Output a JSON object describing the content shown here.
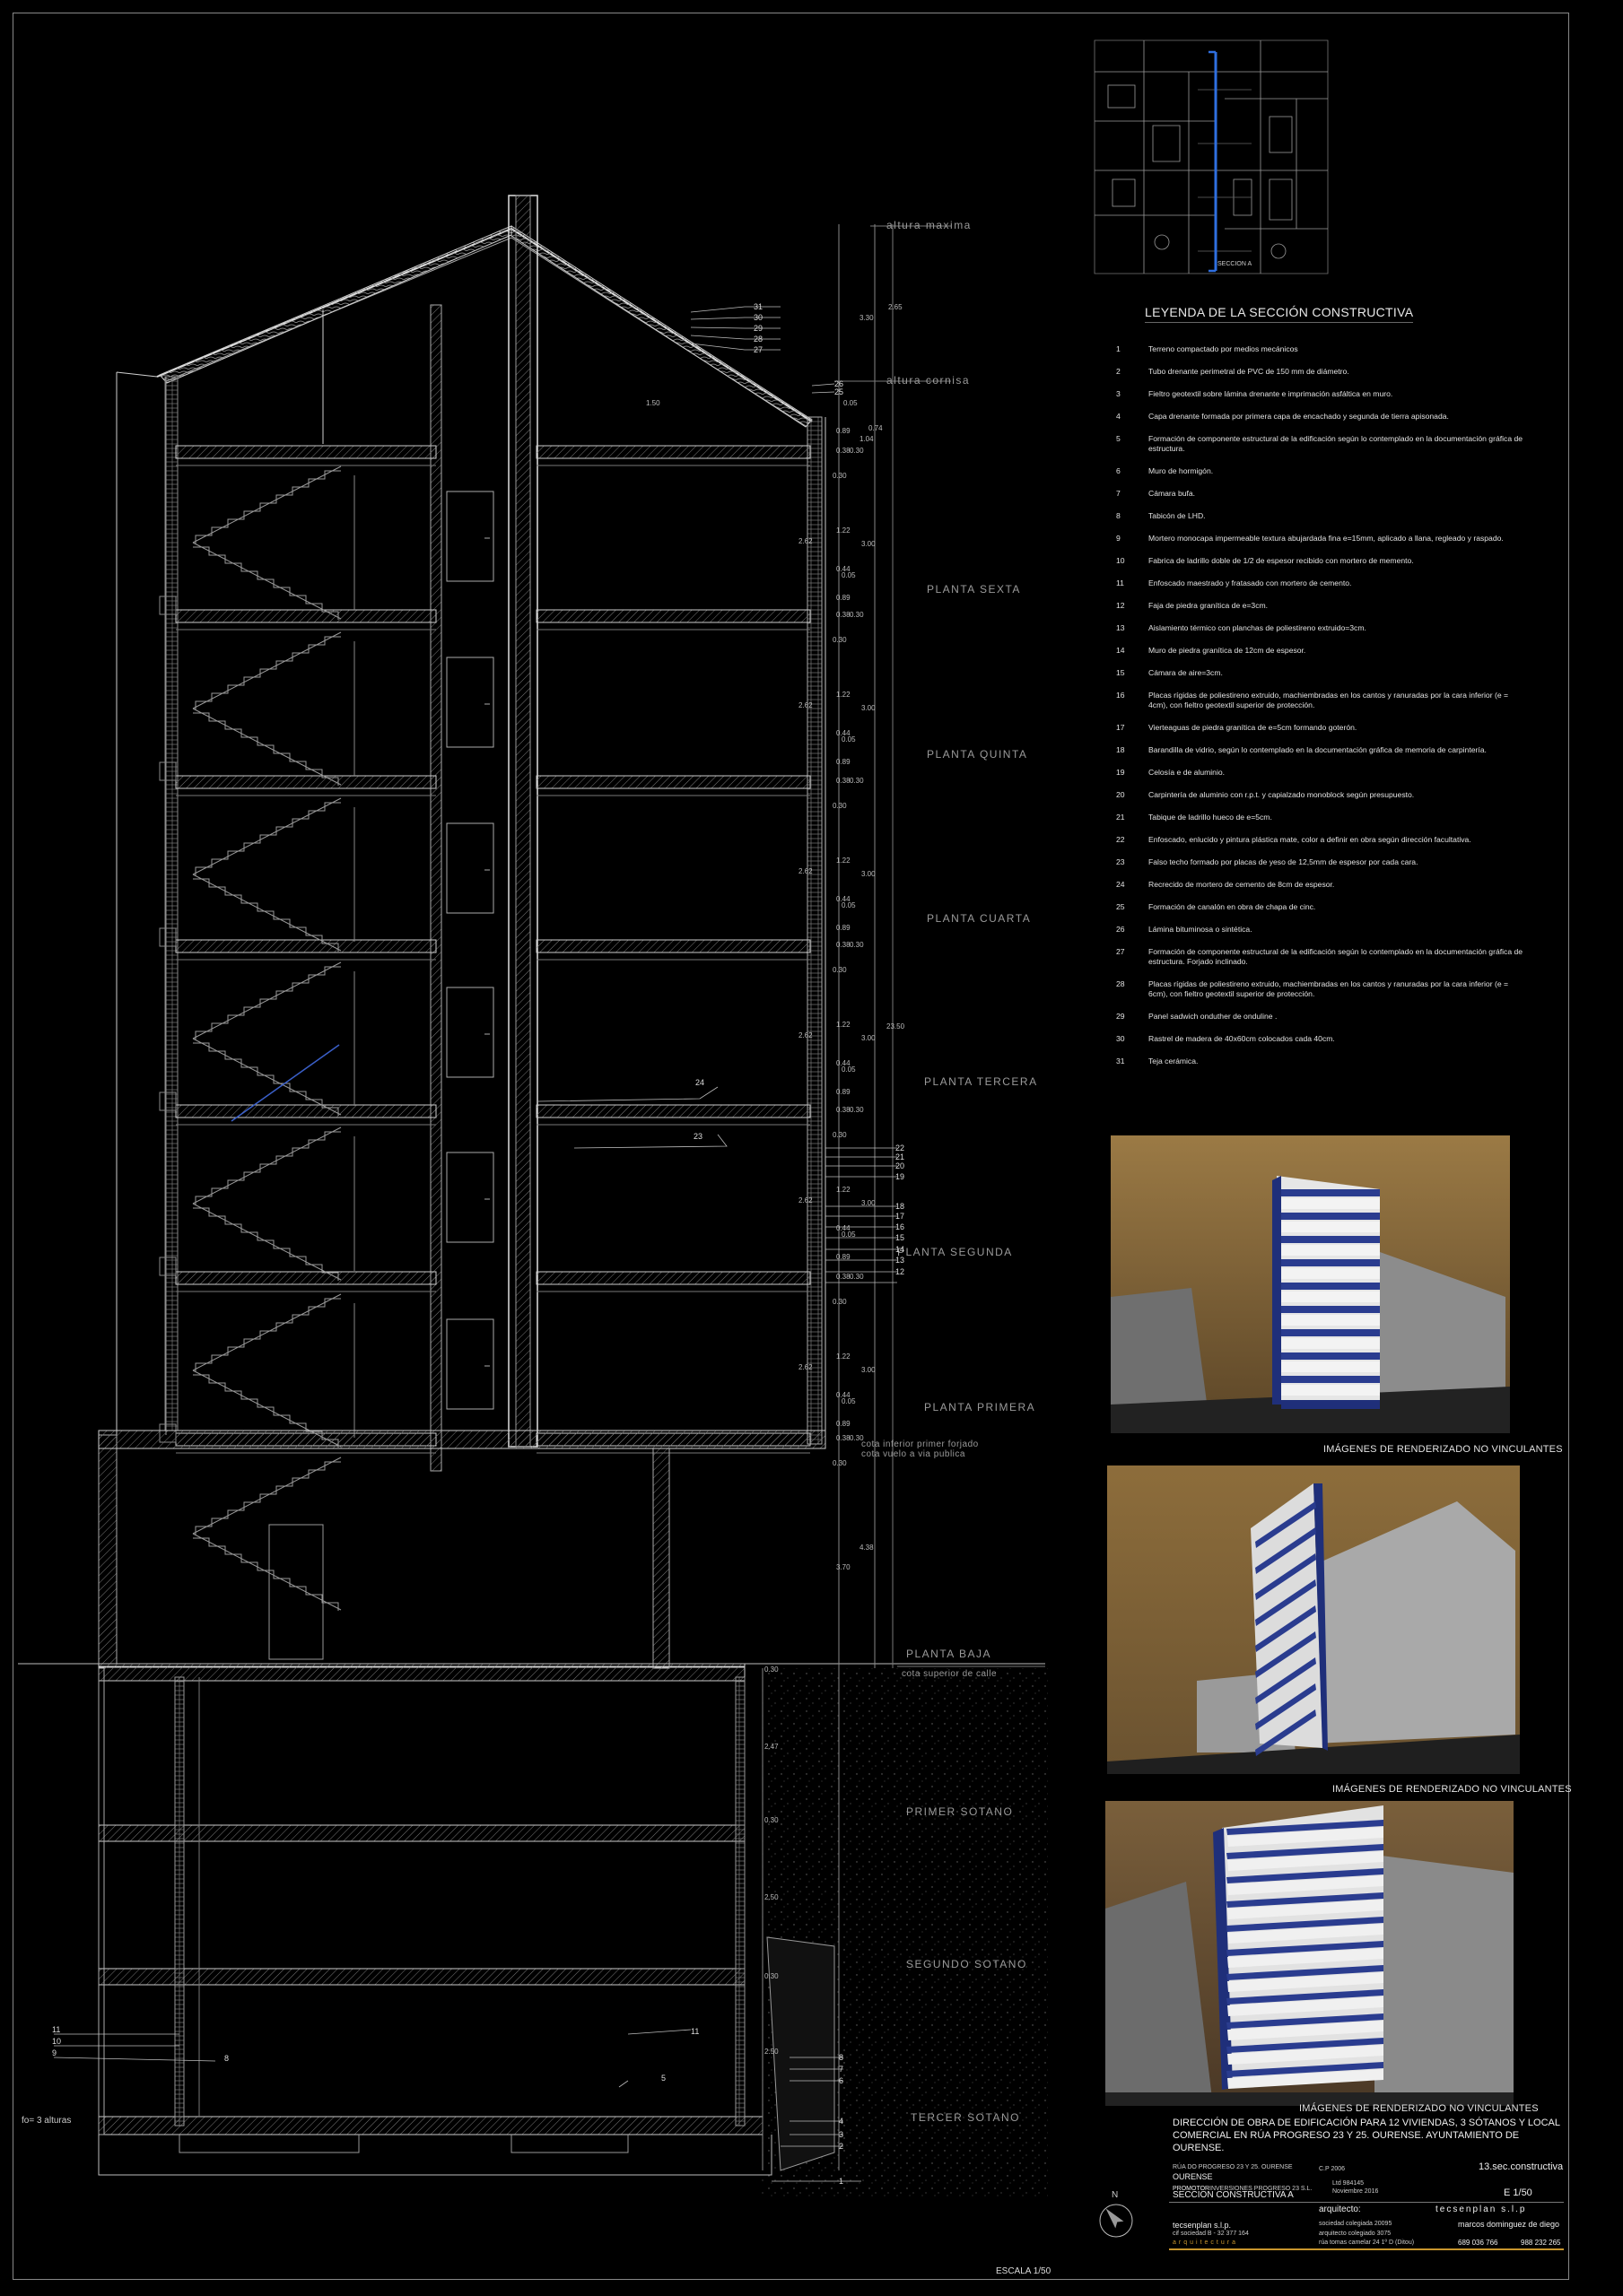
{
  "drawing": {
    "levels": {
      "altura_maxima": "altura maxima",
      "altura_cornisa": "altura cornisa",
      "sexta": "PLANTA SEXTA",
      "quinta": "PLANTA QUINTA",
      "cuarta": "PLANTA CUARTA",
      "tercera": "PLANTA  TERCERA",
      "segunda": "PLANTA  SEGUNDA",
      "primera": "PLANTA  PRIMERA",
      "cota_forjado": "cota inferior primer forjado",
      "cota_vuelo": "cota vuelo a via publica",
      "baja": "PLANTA BAJA",
      "cota_calle": "cota superior de calle",
      "primer_sotano": "PRIMER SOTANO",
      "segundo_sotano": "SEGUNDO SOTANO",
      "tercer_sotano": "TERCER SOTANO"
    },
    "dims": {
      "roof_a": "3.30",
      "roof_b": "2.65",
      "roof_c": "1.50",
      "eave_a": "0.05",
      "eave_b": "0.74",
      "eave_c": "0.89",
      "eave_d": "1.04",
      "slab": "0.30",
      "slab_b": "0.38",
      "floor_clear": "2.62",
      "floor_h": "3.00",
      "floor_a": "1.22",
      "floor_b": "0.44",
      "floor_c": "0.05",
      "floor_d": "0.89",
      "total": "23.50",
      "ground": "4.38",
      "ground_b": "3.70",
      "sot1": "2.47",
      "sot2": "2.50",
      "sot3": "2.50"
    },
    "tags": {
      "t31": "31",
      "t30": "30",
      "t29": "29",
      "t28": "28",
      "t27": "27",
      "t26": "26",
      "t25": "25",
      "t24": "24",
      "t23": "23",
      "t22": "22",
      "t21": "21",
      "t20": "20",
      "t19": "19",
      "t18": "18",
      "t17": "17",
      "t16": "16",
      "t15": "15",
      "t14": "14",
      "t13": "13",
      "t12": "12",
      "t11": "11",
      "t10": "10",
      "t9": "9",
      "t8": "8",
      "t7": "7",
      "t6": "6",
      "t5": "5",
      "t4": "4",
      "t3": "3",
      "t2": "2",
      "t1": "1"
    },
    "plan_label": "SECCION A",
    "alturas_note": "fo= 3 alturas",
    "scale": "ESCALA 1/50"
  },
  "legend": {
    "title": "LEYENDA DE LA SECCIÓN CONSTRUCTIVA",
    "items": [
      {
        "n": "1",
        "text": "Terreno compactado por medios mecánicos"
      },
      {
        "n": "2",
        "text": "Tubo drenante perimetral de PVC de 150 mm de diámetro."
      },
      {
        "n": "3",
        "text": "Fieltro geotextil sobre lámina drenante e imprimación asfáltica en muro."
      },
      {
        "n": "4",
        "text": "Capa drenante formada por primera capa de encachado y segunda de tierra apisonada."
      },
      {
        "n": "5",
        "text": "Formación de componente estructural de la edificación según lo contemplado en la documentación gráfica de estructura."
      },
      {
        "n": "6",
        "text": "Muro de hormigón."
      },
      {
        "n": "7",
        "text": "Cámara bufa."
      },
      {
        "n": "8",
        "text": "Tabicón de LHD."
      },
      {
        "n": "9",
        "text": "Mortero monocapa impermeable textura abujardada fina e=15mm, aplicado a llana, regleado y raspado."
      },
      {
        "n": "10",
        "text": "Fabrica de ladrillo doble de 1/2  de espesor recibido con mortero de memento."
      },
      {
        "n": "11",
        "text": "Enfoscado maestrado y fratasado con  mortero de cemento."
      },
      {
        "n": "12",
        "text": "Faja de piedra granítica de e=3cm."
      },
      {
        "n": "13",
        "text": "Aislamiento térmico con planchas de poliestireno extruido=3cm."
      },
      {
        "n": "14",
        "text": "Muro de piedra granítica de 12cm de espesor."
      },
      {
        "n": "15",
        "text": "Cámara de aire=3cm."
      },
      {
        "n": "16",
        "text": "Placas rígidas de poliestireno extruido, machiembradas en los cantos y ranuradas por la cara inferior (e =   4cm), con fieltro geotextil superior de protección."
      },
      {
        "n": "17",
        "text": "Vierteaguas de piedra granítica de e=5cm formando goterón."
      },
      {
        "n": "18",
        "text": "Barandilla de vidrio, según lo contemplado en la documentación gráfica de memoria de carpintería."
      },
      {
        "n": "19",
        "text": "Celosía e de aluminio."
      },
      {
        "n": "20",
        "text": "Carpintería de aluminio con r.p.t. y capialzado monoblock según presupuesto."
      },
      {
        "n": "21",
        "text": "Tabique de ladrillo hueco de e=5cm."
      },
      {
        "n": "22",
        "text": "Enfoscado, enlucido y pintura plástica mate, color a definir en obra según dirección facultativa."
      },
      {
        "n": "23",
        "text": "Falso  techo formado por placas de yeso de 12,5mm de espesor por cada cara."
      },
      {
        "n": "24",
        "text": "Recrecido de mortero de cemento de 8cm de espesor."
      },
      {
        "n": "25",
        "text": "Formación de canalón en obra de chapa de cinc."
      },
      {
        "n": "26",
        "text": "Lámina bituminosa o sintética."
      },
      {
        "n": "27",
        "text": "Formación de componente estructural de la edificación según lo contemplado en la documentación gráfica de estructura. Forjado inclinado."
      },
      {
        "n": "28",
        "text": "Placas rígidas de poliestireno extruido, machiembradas en los cantos y ranuradas por la cara inferior (e =   6cm), con fieltro geotextil superior de protección."
      },
      {
        "n": "29",
        "text": "Panel sadwich onduther de onduline ."
      },
      {
        "n": "30",
        "text": "Rastrel de madera de 40x60cm colocados cada 40cm."
      },
      {
        "n": "31",
        "text": "Teja cerámica."
      }
    ]
  },
  "renders": {
    "caption1": "IMÁGENES DE RENDERIZADO NO VINCULANTES",
    "caption2": "IMÁGENES DE RENDERIZADO NO VINCULANTES",
    "caption3": "IMÁGENES DE RENDERIZADO NO VINCULANTES"
  },
  "titleblock": {
    "project": "DIRECCIÓN DE OBRA DE EDIFICACIÓN PARA 12 VIVIENDAS, 3 SÓTANOS Y LOCAL COMERCIAL EN RÚA PROGRESO 23 Y 25. OURENSE. AYUNTAMIENTO DE OURENSE.",
    "site": "RÚA DO PROGRESO 23 Y 25. OURENSE",
    "city": "OURENSE",
    "code": "C.P 2006",
    "sheet_name": "13.sec.constructiva",
    "promotor_label": "PROMOTOR",
    "promotor": "INVERSIONES PROGRESO 23 S.L.",
    "date_a": "Ltd 984145",
    "date_b": "Noviembre    2016",
    "scale": "E 1/50",
    "section_title": "SECCION  CONSTRUCTIVA A",
    "arquitecto_label": "arquitecto:",
    "firm_spaced": "tecsenplan   s.l.p",
    "firm": "tecsenplan s.l.p.",
    "firm_addr": "cif sociedad B - 32 377 164",
    "firm_reg": "sociedad colegiada 20095",
    "architect": "marcos dominguez de diego",
    "arch_reg": "arquitecto colegiado 3075",
    "firm_tag": "arquitectura",
    "address": "rúa  tomas camelar 24 1º D (Ditou)",
    "phone1": "689 036 766",
    "phone2": "988 232 265",
    "north": "N"
  }
}
